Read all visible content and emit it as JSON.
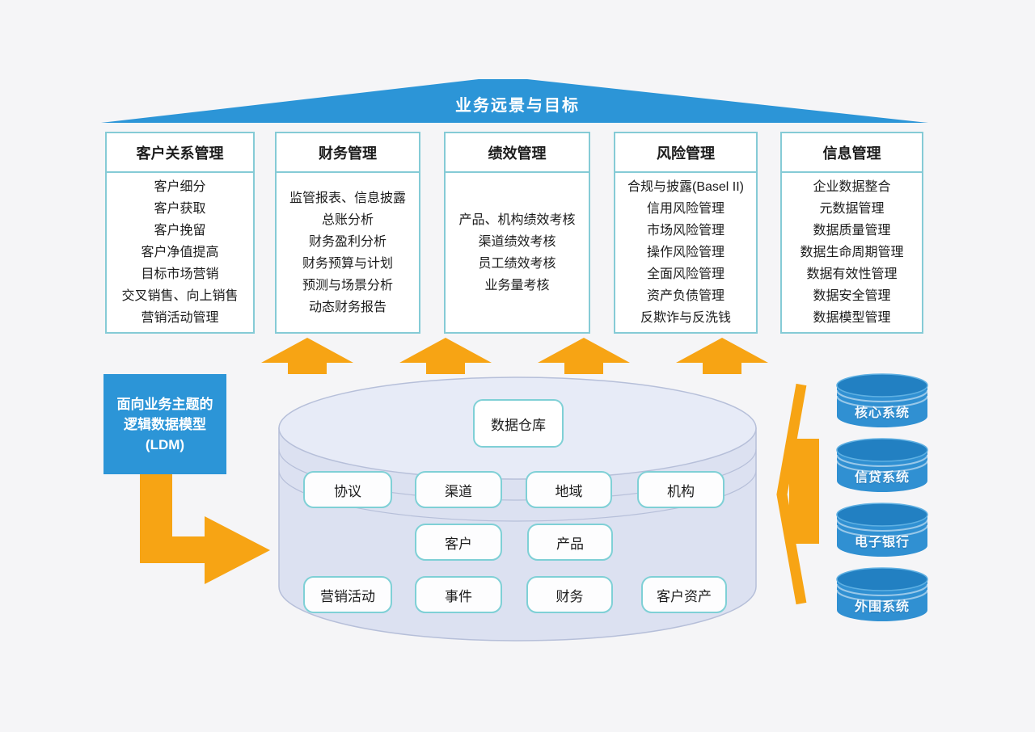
{
  "roof": {
    "label": "业务远景与目标"
  },
  "pillars": [
    {
      "title": "客户关系管理",
      "items": [
        "客户细分",
        "客户获取",
        "客户挽留",
        "客户净值提高",
        "目标市场营销",
        "交叉销售、向上销售",
        "营销活动管理"
      ]
    },
    {
      "title": "财务管理",
      "items": [
        "监管报表、信息披露",
        "总账分析",
        "财务盈利分析",
        "财务预算与计划",
        "预测与场景分析",
        "动态财务报告"
      ]
    },
    {
      "title": "绩效管理",
      "items": [
        "产品、机构绩效考核",
        "渠道绩效考核",
        "员工绩效考核",
        "业务量考核"
      ]
    },
    {
      "title": "风险管理",
      "items": [
        "合规与披露(Basel II)",
        "信用风险管理",
        "市场风险管理",
        "操作风险管理",
        "全面风险管理",
        "资产负债管理",
        "反欺诈与反洗钱"
      ]
    },
    {
      "title": "信息管理",
      "items": [
        "企业数据整合",
        "元数据管理",
        "数据质量管理",
        "数据生命周期管理",
        "数据有效性管理",
        "数据安全管理",
        "数据模型管理"
      ]
    }
  ],
  "ldm": {
    "lines": [
      "面向业务主题的",
      "逻辑数据模型",
      "(LDM)"
    ]
  },
  "warehouse": {
    "label": "数据仓库",
    "row1": [
      "协议",
      "渠道",
      "地域",
      "机构"
    ],
    "row2": [
      "客户",
      "产品"
    ],
    "row3": [
      "营销活动",
      "事件",
      "财务",
      "客户资产"
    ]
  },
  "sources": [
    "核心系统",
    "信贷系统",
    "电子银行",
    "外围系统"
  ],
  "colors": {
    "roof_blue": "#2c95d7",
    "arrow_orange": "#f7a414",
    "pill_border": "#7fd0d6",
    "box_border": "#85cbd6",
    "warehouse_fill": "#dce1f1",
    "warehouse_stroke": "#b6bfd9",
    "source_cylinder_blue": "#3090d2",
    "background": "#f5f5f7"
  }
}
